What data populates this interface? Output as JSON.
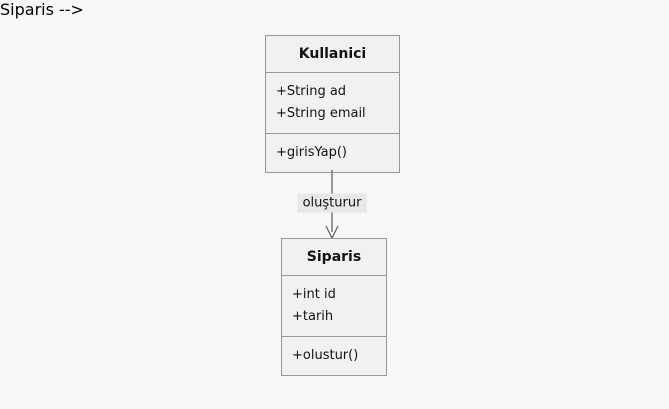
{
  "diagram": {
    "type": "uml-class-diagram",
    "classes": [
      {
        "name": "Kullanici",
        "attributes": [
          "+String ad",
          "+String email"
        ],
        "methods": [
          "+girisYap()"
        ]
      },
      {
        "name": "Siparis",
        "attributes": [
          "+int id",
          "+tarih"
        ],
        "methods": [
          "+olustur()"
        ]
      }
    ],
    "relations": [
      {
        "from": "Kullanici",
        "to": "Siparis",
        "label": "oluşturur",
        "arrow": "open-arrowhead-down"
      }
    ],
    "colors": {
      "background": "#f7f7f7",
      "node_fill": "#f1f1f1",
      "node_border": "#999999",
      "edge": "#666666",
      "edge_label_bg": "#e8e8e8",
      "text": "#131313"
    }
  }
}
